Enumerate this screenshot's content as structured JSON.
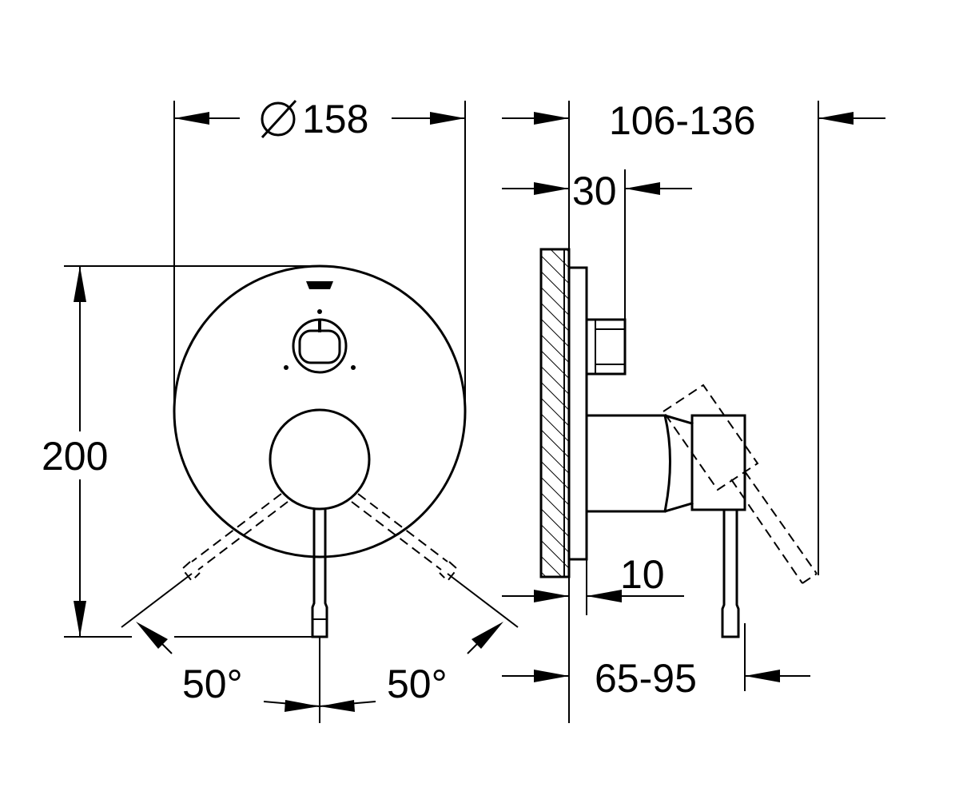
{
  "dimensions": {
    "diameter_value": "158",
    "height": "200",
    "depth_range": "106-136",
    "trim_depth": "30",
    "plate_offset": "10",
    "lever_range": "65-95",
    "angle_left": "50°",
    "angle_right": "50°"
  },
  "colors": {
    "line": "#000000",
    "background": "#ffffff"
  },
  "icons": {
    "diameter": "diameter-symbol-icon",
    "logo": "grohe-logo-icon"
  }
}
